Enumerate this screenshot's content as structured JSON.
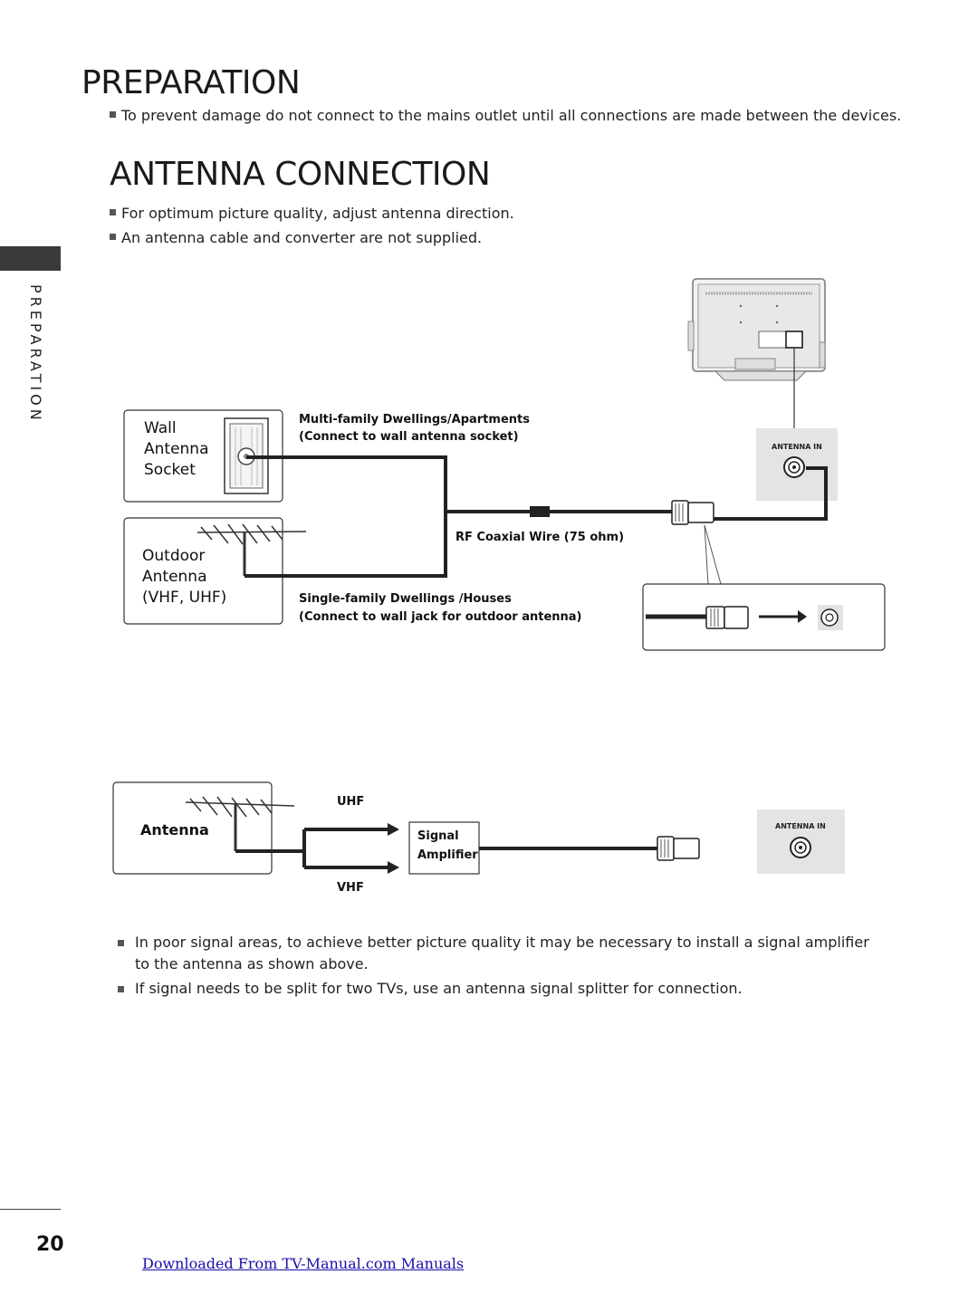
{
  "header": {
    "section_title": "PREPARATION",
    "intro_note": "To prevent damage do not connect to the mains outlet until all connections are made between the devices."
  },
  "page_title": "ANTENNA CONNECTION",
  "notes_top": [
    "For optimum picture quality, adjust antenna direction.",
    "An antenna cable and converter are not supplied."
  ],
  "side_tab": {
    "label": "PREPARATION"
  },
  "diagram1": {
    "wall_label_1": "Wall",
    "wall_label_2": "Antenna",
    "wall_label_3": "Socket",
    "outdoor_label_1": "Outdoor",
    "outdoor_label_2": "Antenna",
    "outdoor_label_3": "(VHF, UHF)",
    "multi_family_1": "Multi-family Dwellings/Apartments",
    "multi_family_2": "(Connect to wall antenna socket)",
    "rf_coaxial": "RF Coaxial Wire (75 ohm)",
    "single_family_1": "Single-family Dwellings /Houses",
    "single_family_2": "(Connect to wall jack for outdoor antenna)",
    "antenna_in": "ANTENNA IN"
  },
  "diagram2": {
    "antenna_label": "Antenna",
    "uhf": "UHF",
    "vhf": "VHF",
    "amp_1": "Signal",
    "amp_2": "Amplifier",
    "antenna_in": "ANTENNA IN"
  },
  "notes_bottom": [
    "In poor signal areas, to achieve better picture quality it may be necessary to install a signal amplifier to the antenna as shown above.",
    "If signal needs to be split for two TVs, use an antenna signal splitter for connection."
  ],
  "footer": {
    "page_number": "20",
    "link_text": "Downloaded From TV-Manual.com Manuals"
  }
}
